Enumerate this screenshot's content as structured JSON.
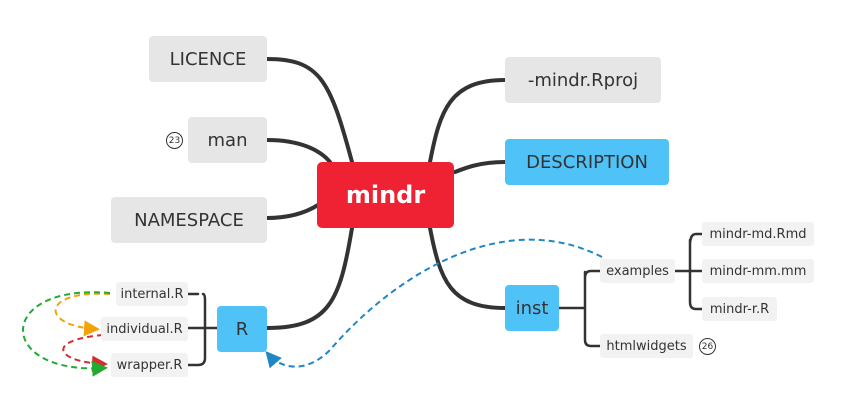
{
  "root": {
    "label": "mindr"
  },
  "topics": {
    "licence": "LICENCE",
    "man": "man",
    "namespace": "NAMESPACE",
    "r": "R",
    "rproj": "-mindr.Rproj",
    "description": "DESCRIPTION",
    "inst": "inst"
  },
  "badges": {
    "man_count": "23",
    "htmlwidgets_count": "26"
  },
  "r_files": [
    "internal.R",
    "individual.R",
    "wrapper.R"
  ],
  "inst_children": {
    "examples": "examples",
    "htmlwidgets": "htmlwidgets"
  },
  "examples_files": [
    "mindr-md.Rmd",
    "mindr-mm.mm",
    "mindr-r.R"
  ],
  "colors": {
    "root": "#ef2233",
    "highlight": "#4fc3f7",
    "neutral": "#e6e6e6",
    "branch": "#333333",
    "arrow_orange": "#f0a30a",
    "arrow_red": "#d32f2f",
    "arrow_green": "#22aa33",
    "arrow_blue": "#1e88c7"
  }
}
